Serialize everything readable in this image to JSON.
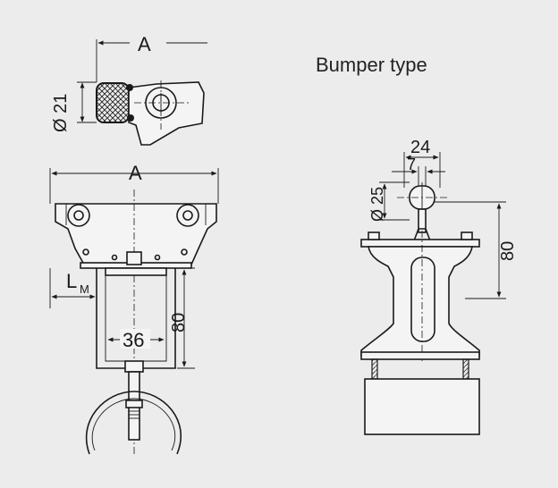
{
  "title": "Bumper type",
  "dimensions": {
    "a_top": "A",
    "dia21": "Ø 21",
    "a_mid": "A",
    "lm_main": "L",
    "lm_sub": "M",
    "d80_left": "80",
    "d36": "36",
    "d24": "24",
    "d7": "7",
    "dia25": "Ø 25",
    "d80_right": "80"
  }
}
